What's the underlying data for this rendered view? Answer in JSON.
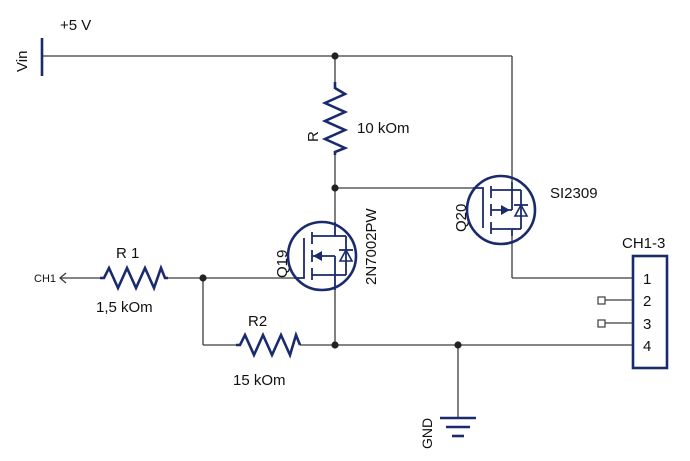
{
  "labels": {
    "supply_voltage": "+5 V",
    "vin": "Vin",
    "r_name": "R",
    "r_value": "10 kOm",
    "r1_name": "R 1",
    "r1_value": "1,5 kOm",
    "r2_name": "R2",
    "r2_value": "15 kOm",
    "q19_name": "Q19",
    "q19_part": "2N7002PW",
    "q20_name": "Q20",
    "q20_part": "SI2309",
    "ch1_net": "CH1",
    "gnd": "GND",
    "connector_name": "CH1-3",
    "connector_pins": [
      "1",
      "2",
      "3",
      "4"
    ]
  }
}
